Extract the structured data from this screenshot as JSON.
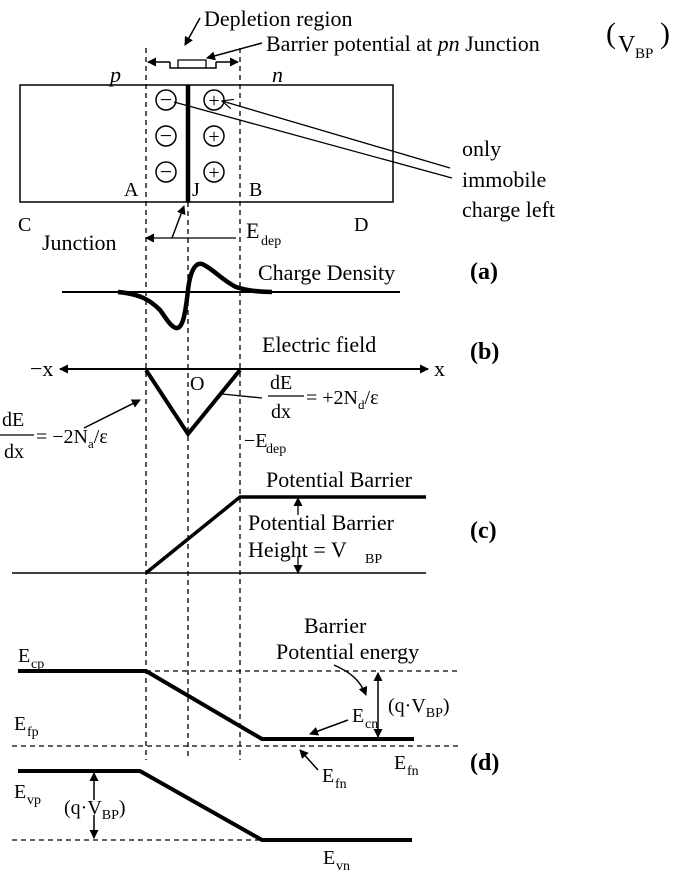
{
  "top": {
    "depletion_region": "Depletion region",
    "barrier_potential": "Barrier potential at ",
    "pn": "pn",
    "junction": " Junction ",
    "vbp_main": "V",
    "vbp_sub": "BP",
    "p_label": "p",
    "n_label": "n"
  },
  "block": {
    "minus_symbol": "−",
    "plus_symbol": "+",
    "only": "only",
    "immobile": "immobile",
    "charge_left": "charge left",
    "A": "A",
    "J": "J",
    "B": "B",
    "C": "C",
    "D": "D",
    "junction_label": "Junction",
    "edep_main": "E",
    "edep_sub": "dep"
  },
  "panel_a": {
    "title": "Charge Density",
    "tag": "(a)"
  },
  "panel_b": {
    "title": "Electric field",
    "tag": "(b)",
    "neg_x": "−x",
    "pos_x": "x",
    "origin": "O",
    "dE": "dE",
    "dx": "dx",
    "right_eq_pre": "= +2N",
    "right_eq_sub": "d",
    "right_eq_post": "/ε",
    "left_eq_pre": "= −2N",
    "left_eq_sub": "a",
    "left_eq_post": "/ε",
    "neg_edep_main": "−E",
    "neg_edep_sub": "dep"
  },
  "panel_c": {
    "title": "Potential Barrier",
    "height_line1": "Potential Barrier",
    "height_line2": "Height = V",
    "height_sub": "BP",
    "tag": "(c)"
  },
  "panel_d": {
    "barrier": "Barrier",
    "pot_energy": "Potential energy",
    "qv_pre": "(q·V",
    "qv_sub": "BP",
    "qv_post": ")",
    "E": "E",
    "cp": "cp",
    "fp": "fp",
    "vp": "vp",
    "cn": "cn",
    "fn": "fn",
    "vn": "vn",
    "tag": "(d)"
  }
}
